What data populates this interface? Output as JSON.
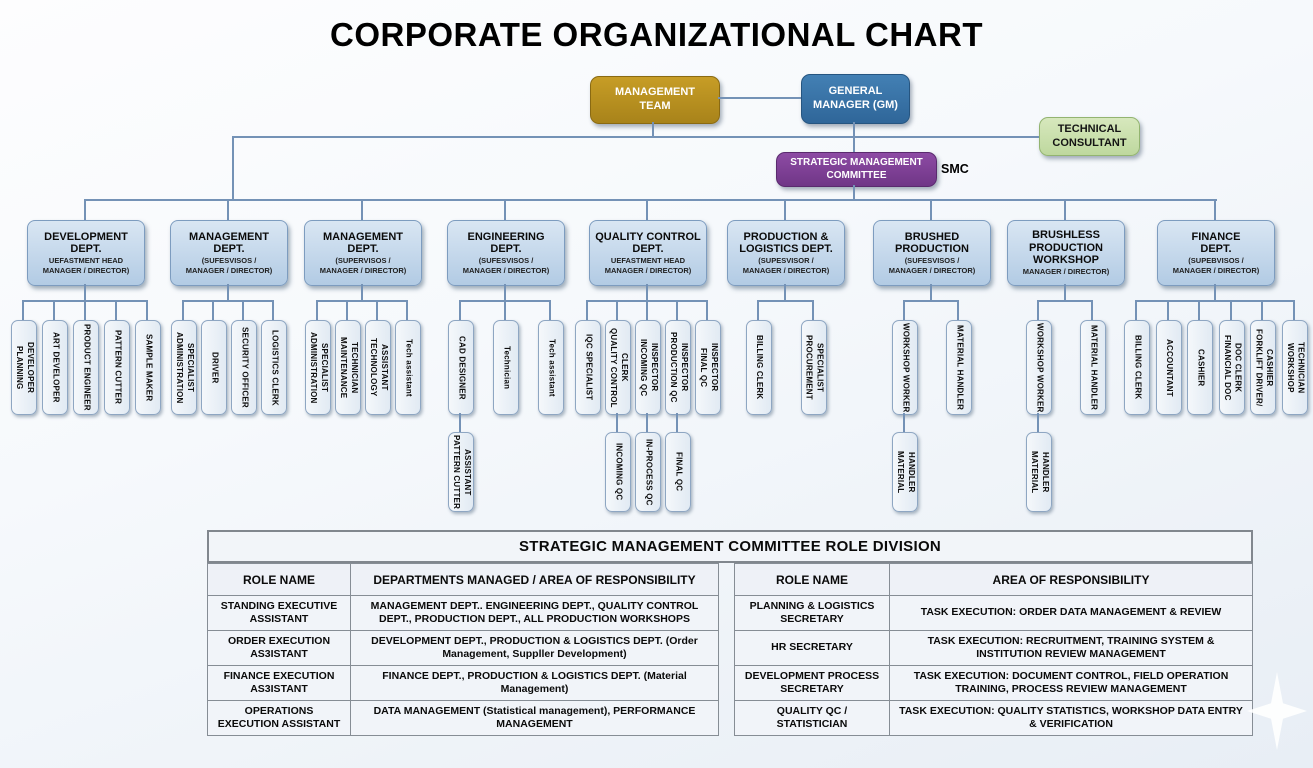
{
  "title": "CORPORATE ORGANIZATIONAL CHART",
  "top": {
    "management_team": "MANAGEMENT\nTEAM",
    "general_manager": "GENERAL\nMANAGER (GM)",
    "technical_consultant": "TECHNICAL\nCONSULTANT",
    "smc": "STRATEGIC MANAGEMENT\nCOMMITTEE",
    "smc_tag": "SMC"
  },
  "colors": {
    "management_team": "#b08618",
    "general_manager": "#3b76ab",
    "technical_consultant": "#cce0ad",
    "smc": "#7e3d96",
    "department_fill": "#c6d9ec",
    "connector_line": "#7492b6"
  },
  "departments": [
    {
      "title": "DEVELOPMENT\nDEPT.",
      "subtitle": "UEFASTMENT HEAD\nMANAGER / DIRECTOR)",
      "children": [
        "PLANNING\nDEVELOPER",
        "ART DEVELOPER",
        "PRODUCT ENGINEER",
        "PATTERN CUTTER",
        "SAMPLE MAKER"
      ],
      "grandchildren": []
    },
    {
      "title": "MANAGEMENT\nDEPT.",
      "subtitle": "(SUFESVISOS /\nMANAGER / DIRECTOR)",
      "children": [
        "ADMINISTRATION\nSPECIALIST",
        "DRIVER",
        "SECURITY OFFICER",
        "LOGISTICS CLERK"
      ],
      "grandchildren": []
    },
    {
      "title": "MANAGEMENT\nDEPT.",
      "subtitle": "(SUPERVISOS /\nMANAGER / DIRECTOR)",
      "children": [
        "ADMINISTRATION\nSPECIALIST",
        "MAINTENANCE\nTECHNICIAN",
        "TECHNOLOGY\nASSISTANT",
        "Tech assistant"
      ],
      "grandchildren": []
    },
    {
      "title": "ENGINEERING\nDEPT.",
      "subtitle": "(SUFESVISOS /\nMANAGER / DIRECTOR)",
      "children": [
        "CAD DESIGNER",
        "Technician",
        "Tech assistant"
      ],
      "grandchildren": [
        {
          "parent": 0,
          "label": "PATTERN CUTTER\nASSISTANT"
        }
      ]
    },
    {
      "title": "QUALITY CONTROL\nDEPT.",
      "subtitle": "UEFASTMENT HEAD\nMANAGER / DIRECTOR)",
      "children": [
        "IQC SPECIALIST",
        "QUALITY CONTROL\nCLERK",
        "INCOMING QC\nINSPECTOR",
        "PRODUCTION QC\nINSPECTOR",
        "FINAL QC\nINSPECTOR"
      ],
      "grandchildren": [
        {
          "parent": 1,
          "label": "INCOMING QC"
        },
        {
          "parent": 2,
          "label": "IN-PROCESS QC"
        },
        {
          "parent": 3,
          "label": "FINAL QC"
        }
      ]
    },
    {
      "title": "PRODUCTION &\nLOGISTICS DEPT.",
      "subtitle": "(SUPESVISOR /\nMANAGER / DIRECTOR)",
      "children": [
        "BILLING CLERK",
        "PROCUREMENT\nSPECIALIST"
      ],
      "grandchildren": []
    },
    {
      "title": "BRUSHED\nPRODUCTION",
      "subtitle": "(SUFESVISOS /\nMANAGER / DIRECTOR)",
      "children": [
        "WORKSHOP WORKER",
        "MATERIAL HANDLER"
      ],
      "grandchildren": [
        {
          "parent": 0,
          "label": "MATERIAL\nHANDLER"
        }
      ]
    },
    {
      "title": "BRUSHLESS\nPRODUCTION\nWORKSHOP",
      "subtitle": "MANAGER / DIRECTOR)",
      "children": [
        "WORKSHOP WORKER",
        "MATERIAL HANDLER"
      ],
      "grandchildren": [
        {
          "parent": 0,
          "label": "MATERIAL\nHANDLER"
        }
      ]
    },
    {
      "title": "FINANCE\nDEPT.",
      "subtitle": "(SUPEBVISOS /\nMANAGER / DIRECTOR)",
      "children": [
        "BILLING CLERK",
        "ACCOUNTANT",
        "CASHIER",
        "FINANCIAL DOC\nDOC CLERK",
        "FORKLIFT DRIVER/\nCASHIER",
        "WORKSHOP\nTECHNICIAN"
      ],
      "grandchildren": []
    }
  ],
  "table": {
    "title": "STRATEGIC MANAGEMENT COMMITTEE ROLE DIVISION",
    "left": {
      "headers": [
        "ROLE NAME",
        "DEPARTMENTS MANAGED / AREA OF RESPONSIBILITY"
      ],
      "rows": [
        [
          "STANDING EXECUTIVE ASSISTANT",
          "MANAGEMENT DEPT.. ENGINEERING DEPT., QUALITY CONTROL DEPT., PRODUCTION DEPT., ALL PRODUCTION WORKSHOPS"
        ],
        [
          "ORDER EXECUTION AS3ISTANT",
          "DEVELOPMENT DEPT., PRODUCTION & LOGISTICS DEPT. (Order Management, Suppller Development)"
        ],
        [
          "FINANCE EXECUTION AS3ISTANT",
          "FINANCE DEPT.,  PRODUCTION & LOGISTICS DEPT. (Material Management)"
        ],
        [
          "OPERATIONS EXECUTION ASSISTANT",
          "DATA MANAGEMENT (Statistical management),  PERFORMANCE MANAGEMENT"
        ]
      ]
    },
    "right": {
      "headers": [
        "ROLE NAME",
        "AREA OF RESPONSIBILITY"
      ],
      "rows": [
        [
          "PLANNING & LOGISTICS SECRETARY",
          "TASK EXECUTION: ORDER DATA MANAGEMENT & REVIEW"
        ],
        [
          "HR SECRETARY",
          "TASK EXECUTION: RECRUITMENT, TRAINING SYSTEM & INSTITUTION REVIEW MANAGEMENT"
        ],
        [
          "DEVELOPMENT PROCESS SECRETARY",
          "TASK EXECUTION: DOCUMENT CONTROL, FIELD OPERATION TRAINING, PROCESS REVIEW MANAGEMENT"
        ],
        [
          "QUALITY QC / STATISTICIAN",
          "TASK EXECUTION: QUALITY STATISTICS, WORKSHOP DATA ENTRY & VERIFICATION"
        ]
      ]
    }
  },
  "sparkle_icon": "four-point-star"
}
